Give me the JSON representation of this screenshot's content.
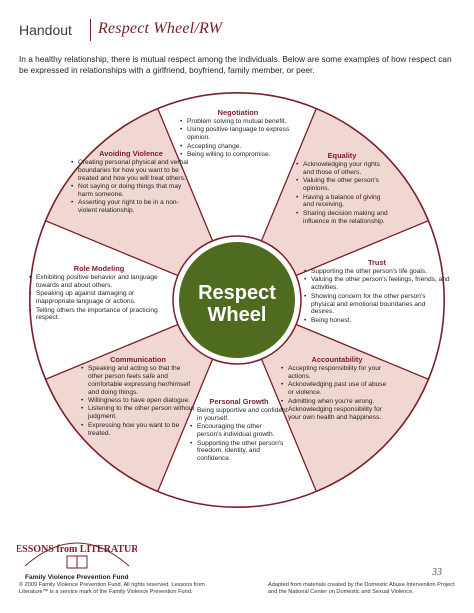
{
  "colors": {
    "maroon": "#7a1f2b",
    "pink": "#f0d7d2",
    "white": "#ffffff",
    "center_green": "#4e6b1f"
  },
  "header": {
    "handout": "Handout",
    "title": "Respect Wheel/RW"
  },
  "intro": "In a healthy relationship, there is mutual respect among the individuals. Below are some examples of how respect can be expressed in relationships with a girlfriend, boyfriend, family member, or peer.",
  "center": {
    "line1": "Respect",
    "line2": "Wheel"
  },
  "sections": {
    "negotiation": {
      "title": "Negotiation",
      "items": [
        "Problem solving to mutual benefit.",
        "Using positive language to express opinion.",
        "Accepting change.",
        "Being willing to compromise."
      ]
    },
    "equality": {
      "title": "Equality",
      "items": [
        "Acknowledging your rights and those of others.",
        "Valuing the other person's opinions.",
        "Having a balance of giving and receiving.",
        "Sharing decision making and influence in the relationship."
      ]
    },
    "trust": {
      "title": "Trust",
      "items": [
        "Supporting the other person's life goals.",
        "Valuing the other person's feelings, friends, and activities.",
        "Showing concern for the other person's physical and emotional boundaries and desires.",
        "Being honest."
      ]
    },
    "accountability": {
      "title": "Accountability",
      "items": [
        "Accepting responsibility for your actions.",
        "Acknowledging past use of abuse or violence.",
        "Admitting when you're wrong.",
        "Acknowledging responsibility for your own health and happiness."
      ]
    },
    "personal_growth": {
      "title": "Personal Growth",
      "items": [
        "Being supportive and confident in yourself.",
        "Encouraging the other person's individual growth.",
        "Supporting the other person's freedom, identity, and confidence."
      ]
    },
    "communication": {
      "title": "Communication",
      "items": [
        "Speaking and acting so that the other person feels safe and comfortable expressing her/himself and doing things.",
        "Willingness to have open dialogue.",
        "Listening to the other person without judgment.",
        "Expressing how you want to be treated."
      ]
    },
    "role_modeling": {
      "title": "Role Modeling",
      "items": [
        "Exhibiting positive behavior and language towards and about others.",
        "Speaking up against damaging or inappropriate language or actions.",
        "Telling others the importance of practicing respect."
      ]
    },
    "avoiding_violence": {
      "title": "Avoiding Violence",
      "items": [
        "Creating personal physical and verbal boundaries for how you want to be treated and how you will treat others.",
        "Not saying or doing things that may harm someone.",
        "Asserting your right to be in a non-violent relationship."
      ]
    }
  },
  "footer": {
    "logo_text": "LESSONS from LITERATURE",
    "logo_sub": "Family Violence Prevention Fund",
    "copyright": "© 2009 Family Violence Prevention Fund. All rights reserved. Lessons from Literature™ is a service mark of the Family Violence Prevention Fund.",
    "page_number": "33",
    "adapted": "Adapted from materials created by the Domestic Abuse Intervention Project and the National Center on Domestic and Sexual Violence."
  }
}
